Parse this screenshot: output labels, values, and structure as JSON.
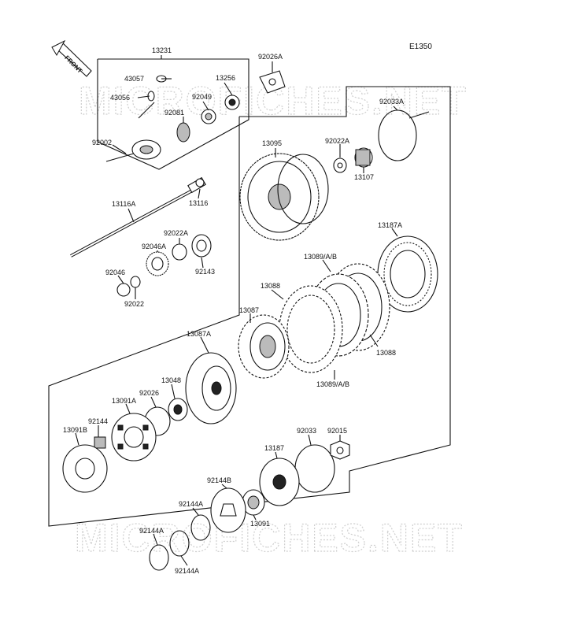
{
  "figure_code": "E1350",
  "front_label": "FRONT",
  "watermark": "MICROFICHES.NET",
  "parts": [
    {
      "id": "p13231",
      "label": "13231"
    },
    {
      "id": "p43057",
      "label": "43057"
    },
    {
      "id": "p13256",
      "label": "13256"
    },
    {
      "id": "p43056",
      "label": "43056"
    },
    {
      "id": "p92049",
      "label": "92049"
    },
    {
      "id": "p92081",
      "label": "92081"
    },
    {
      "id": "p92002",
      "label": "92002"
    },
    {
      "id": "p92026A",
      "label": "92026A"
    },
    {
      "id": "p92033A",
      "label": "92033A"
    },
    {
      "id": "p13095",
      "label": "13095"
    },
    {
      "id": "p92022A_top",
      "label": "92022A"
    },
    {
      "id": "p13107",
      "label": "13107"
    },
    {
      "id": "p13116",
      "label": "13116"
    },
    {
      "id": "p13116A",
      "label": "13116A"
    },
    {
      "id": "p92022A_mid",
      "label": "92022A"
    },
    {
      "id": "p92046A",
      "label": "92046A"
    },
    {
      "id": "p92143",
      "label": "92143"
    },
    {
      "id": "p92046",
      "label": "92046"
    },
    {
      "id": "p92022",
      "label": "92022"
    },
    {
      "id": "p13187A",
      "label": "13187A"
    },
    {
      "id": "p13089_top",
      "label": "13089/A/B"
    },
    {
      "id": "p13088_top",
      "label": "13088"
    },
    {
      "id": "p13087",
      "label": "13087"
    },
    {
      "id": "p13088_bot",
      "label": "13088"
    },
    {
      "id": "p13089_bot",
      "label": "13089/A/B"
    },
    {
      "id": "p13087A",
      "label": "13087A"
    },
    {
      "id": "p13048",
      "label": "13048"
    },
    {
      "id": "p92026",
      "label": "92026"
    },
    {
      "id": "p13091A",
      "label": "13091A"
    },
    {
      "id": "p92144",
      "label": "92144"
    },
    {
      "id": "p13091B",
      "label": "13091B"
    },
    {
      "id": "p92033",
      "label": "92033"
    },
    {
      "id": "p92015",
      "label": "92015"
    },
    {
      "id": "p13187",
      "label": "13187"
    },
    {
      "id": "p92144B",
      "label": "92144B"
    },
    {
      "id": "p92144A_1",
      "label": "92144A"
    },
    {
      "id": "p13091",
      "label": "13091"
    },
    {
      "id": "p92144A_2",
      "label": "92144A"
    },
    {
      "id": "p92144A_3",
      "label": "92144A"
    }
  ]
}
